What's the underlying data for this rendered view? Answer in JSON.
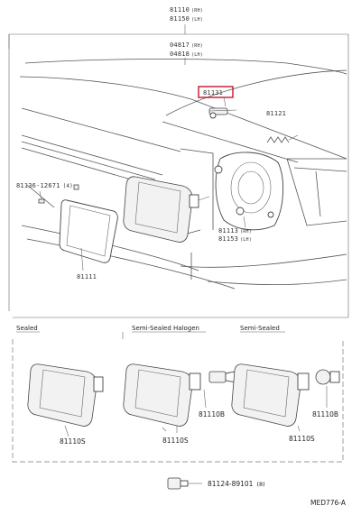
{
  "callouts": {
    "top_1": "81110",
    "top_1_suffix": "(RH)",
    "top_2": "81150",
    "top_2_suffix": "(LH)",
    "top_3": "04817",
    "top_3_suffix": "(RH)",
    "top_4": "04818",
    "top_4_suffix": "(LH)",
    "highlighted": "81131",
    "hood": "81121",
    "screw": "81136-12671",
    "screw_qty": "(4)",
    "rim": "81111",
    "housing_rh": "81113",
    "housing_rh_suffix": "(RH)",
    "housing_lh": "81153",
    "housing_lh_suffix": "(LH)",
    "sealed_unit": "81110S",
    "halogen_unit": "81110S",
    "halogen_bulb": "81110B",
    "semi_unit": "81110S",
    "semi_bulb": "81110B",
    "bottom_part": "81124-89101",
    "bottom_part_qty": "(8)",
    "diagram_code": "MED776-A"
  },
  "sections": {
    "sealed": "Sealed",
    "semi_halogen": "Semi-Sealed Halogen",
    "semi_sealed": "Semi-Sealed"
  },
  "colors": {
    "highlight": "#c0182a",
    "line": "#555555"
  }
}
